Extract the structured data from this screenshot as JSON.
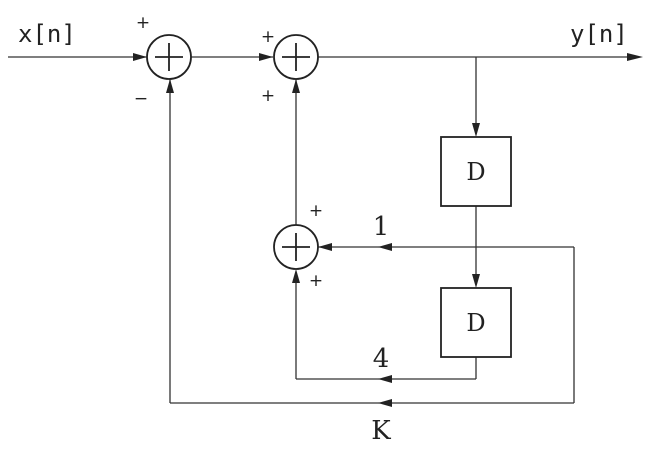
{
  "diagram": {
    "input_label": "x[n]",
    "output_label": "y[n]",
    "delay1_label": "D",
    "delay2_label": "D",
    "gain_1": "1",
    "gain_4": "4",
    "gain_k": "K",
    "sum1_sign_top": "+",
    "sum1_sign_bottom": "−",
    "sum2_sign_left": "+",
    "sum2_sign_bottom": "+",
    "sum3_sign_top": "+",
    "sum3_sign_bottom": "+"
  }
}
